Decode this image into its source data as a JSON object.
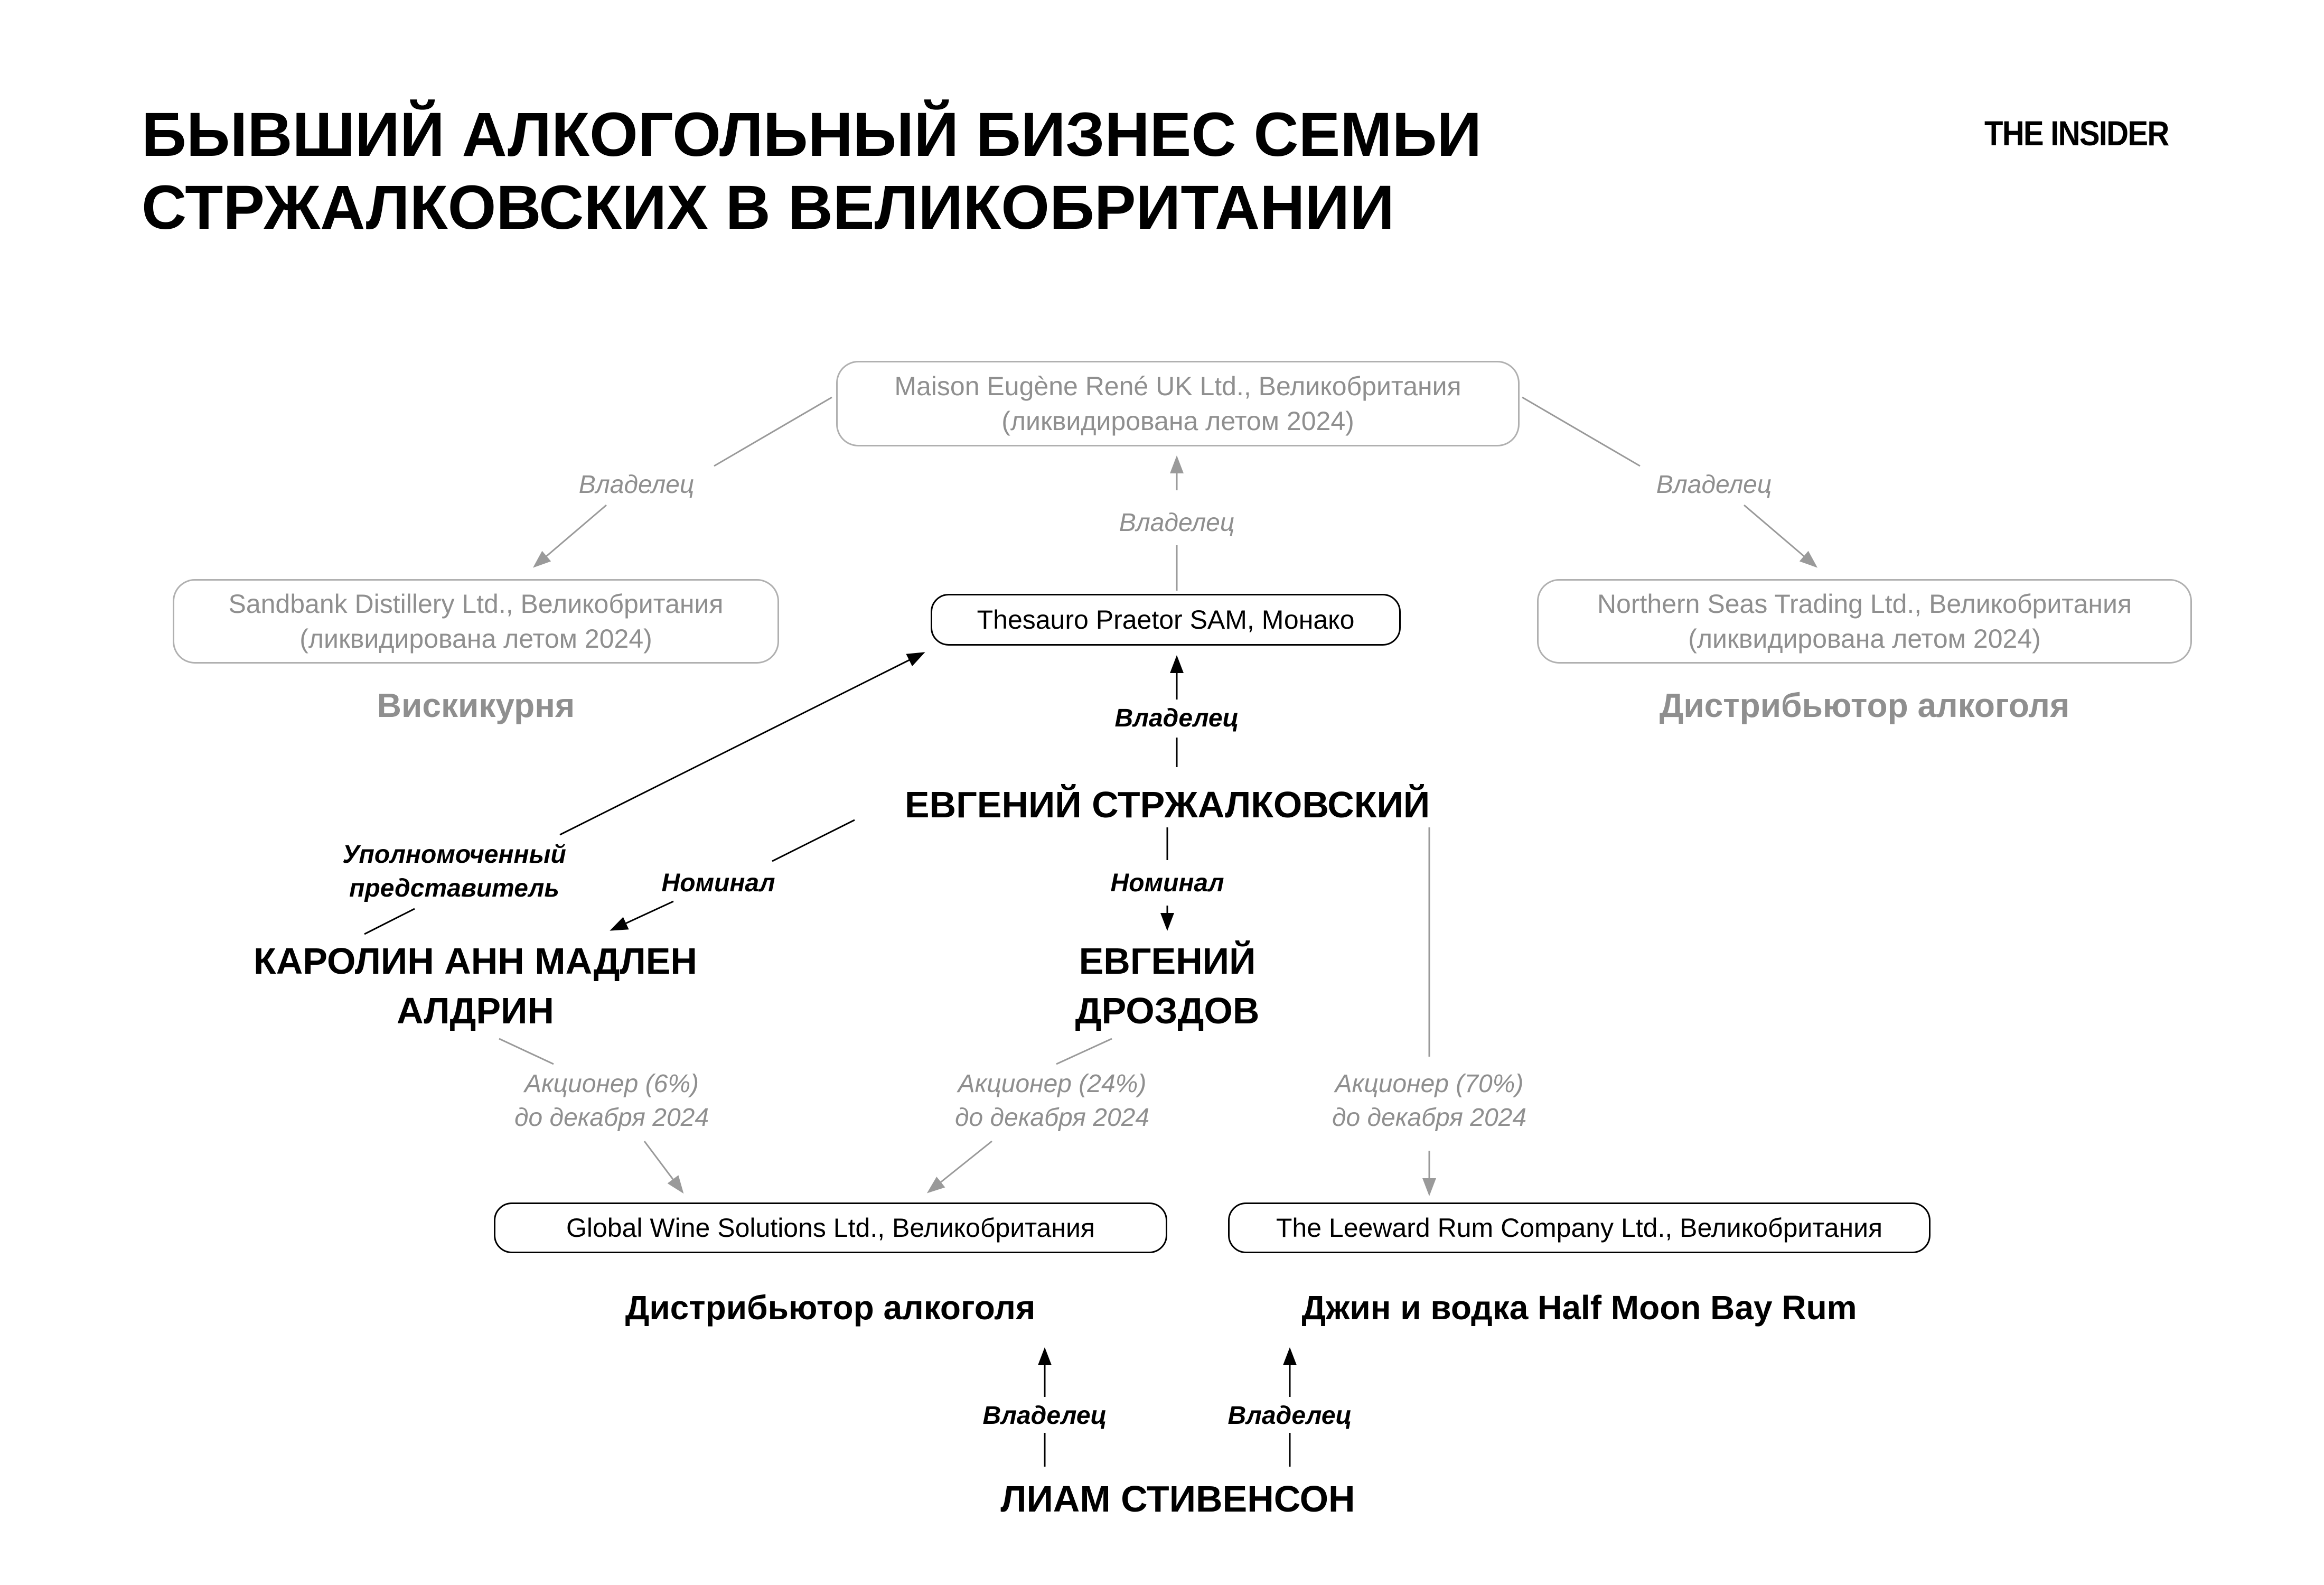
{
  "header": {
    "title": "БЫВШИЙ АЛКОГОЛЬНЫЙ БИЗНЕС СЕМЬИ\nСТРЖАЛКОВСКИХ В ВЕЛИКОБРИТАНИИ",
    "logo": "THE INSIDER"
  },
  "nodes": {
    "maison": {
      "name": "Maison Eugène René UK Ltd., Великобритания",
      "status": "(ликвидирована летом 2024)"
    },
    "sandbank": {
      "name": "Sandbank Distillery Ltd., Великобритания",
      "status": "(ликвидирована летом 2024)",
      "caption": "Вискикурня"
    },
    "northern": {
      "name": "Northern Seas Trading Ltd., Великобритания",
      "status": "(ликвидирована летом 2024)",
      "caption": "Дистрибьютор алкоголя"
    },
    "thesauro": {
      "name": "Thesauro Praetor SAM, Монако"
    },
    "global_wine": {
      "name": "Global Wine Solutions Ltd., Великобритания",
      "caption": "Дистрибьютор алкоголя"
    },
    "leeward": {
      "name": "The Leeward Rum Company Ltd., Великобритания",
      "caption": "Джин и водка Half Moon Bay Rum"
    }
  },
  "people": {
    "strzhalkovsky": "ЕВГЕНИЙ СТРЖАЛКОВСКИЙ",
    "aldrin": "КАРОЛИН АНН МАДЛЕН\nАЛДРИН",
    "drozdov": "ЕВГЕНИЙ\nДРОЗДОВ",
    "stevenson": "ЛИАМ СТИВЕНСОН"
  },
  "labels": {
    "owner": "Владелец",
    "nominal": "Номинал",
    "authorized_rep": "Уполномоченный\nпредставитель",
    "shareholder_6": "Акционер (6%)\nдо декабря 2024",
    "shareholder_24": "Акционер (24%)\nдо декабря 2024",
    "shareholder_70": "Акционер (70%)\nдо декабря 2024"
  },
  "colors": {
    "gray_text": "#8f8f8f",
    "gray_border": "#b0b0b0",
    "gray_arrow": "#9a9a9a",
    "black": "#000000"
  }
}
